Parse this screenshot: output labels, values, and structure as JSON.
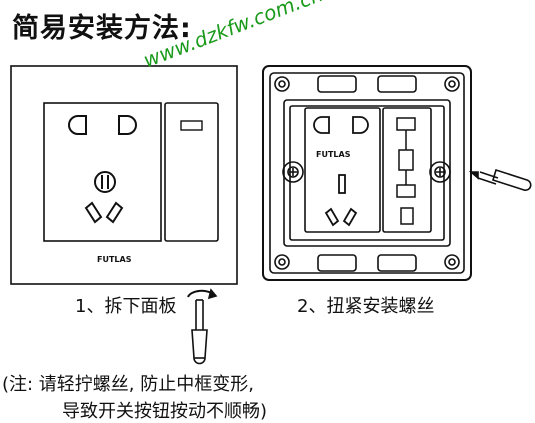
{
  "title": "简易安装方法:",
  "watermark": "www.dzkfw.com.cn",
  "steps": [
    {
      "label": "1、拆下面板"
    },
    {
      "label": "2、扭紧安装螺丝"
    }
  ],
  "note": {
    "line1": "(注: 请轻拧螺丝, 防止中框变形,",
    "line2": "导致开关按钮按动不顺畅)"
  },
  "brand": "FUTLAS"
}
